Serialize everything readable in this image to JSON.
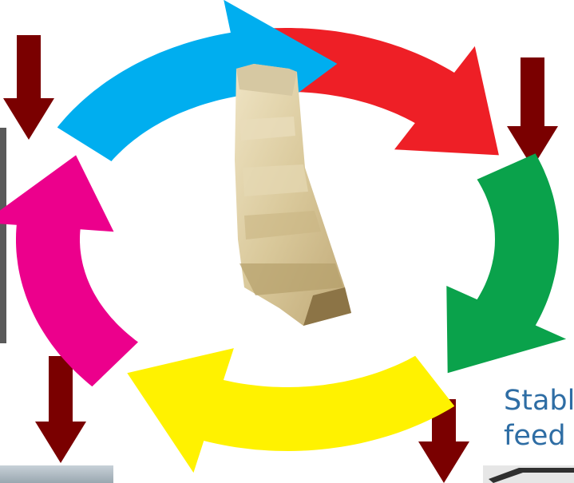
{
  "diagram": {
    "cycle_segments": [
      {
        "name": "red",
        "color": "#ee1f26"
      },
      {
        "name": "green",
        "color": "#0aa24b"
      },
      {
        "name": "yellow",
        "color": "#fff200"
      },
      {
        "name": "magenta",
        "color": "#ec008c"
      },
      {
        "name": "blue",
        "color": "#00aeef"
      }
    ],
    "center_image": "parmesan-cheese-wedge",
    "down_arrow_color": "#7a0000",
    "text_fragment": {
      "line1": "Stabl",
      "line2": "feed"
    }
  }
}
